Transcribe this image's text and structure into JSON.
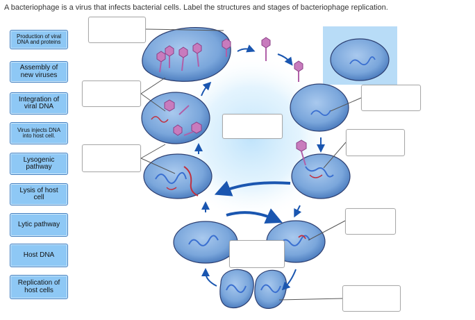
{
  "prompt": "A bacteriophage is a virus that infects bacterial cells. Label the structures and stages of bacteriophage replication.",
  "labels": [
    {
      "id": "production",
      "text": "Production of viral DNA and proteins",
      "lines": [
        "Production of viral",
        "DNA and proteins"
      ]
    },
    {
      "id": "assembly",
      "text": "Assembly of new viruses",
      "lines": [
        "Assembly of",
        "new viruses"
      ]
    },
    {
      "id": "integration",
      "text": "Integration of viral DNA",
      "lines": [
        "Integration of",
        "viral DNA"
      ]
    },
    {
      "id": "injects",
      "text": "Virus injects DNA into host cell.",
      "lines": [
        "Virus injects DNA",
        "into host cell."
      ]
    },
    {
      "id": "lysogenic",
      "text": "Lysogenic pathway",
      "lines": [
        "Lysogenic",
        "pathway"
      ]
    },
    {
      "id": "lysis",
      "text": "Lysis of host cell",
      "lines": [
        "Lysis of host",
        "cell"
      ]
    },
    {
      "id": "lytic",
      "text": "Lytic pathway",
      "lines": [
        "Lytic pathway"
      ]
    },
    {
      "id": "hostdna",
      "text": "Host DNA",
      "lines": [
        "Host DNA"
      ]
    },
    {
      "id": "replication",
      "text": "Replication of host cells",
      "lines": [
        "Replication of",
        "host cells"
      ]
    }
  ],
  "colors": {
    "chip": "#8ec8f5",
    "chip_border": "#3b7bbf",
    "cell_fill": "#6f9fd6",
    "cell_inner": "#9ec2ea",
    "cell_outline": "#2c3e70",
    "dna_red": "#c0303f",
    "dna_blue": "#3a6fd0",
    "phage_pink": "#c87bbd",
    "arrow_blue": "#1a56b0",
    "glow": "#bfe3fb"
  }
}
